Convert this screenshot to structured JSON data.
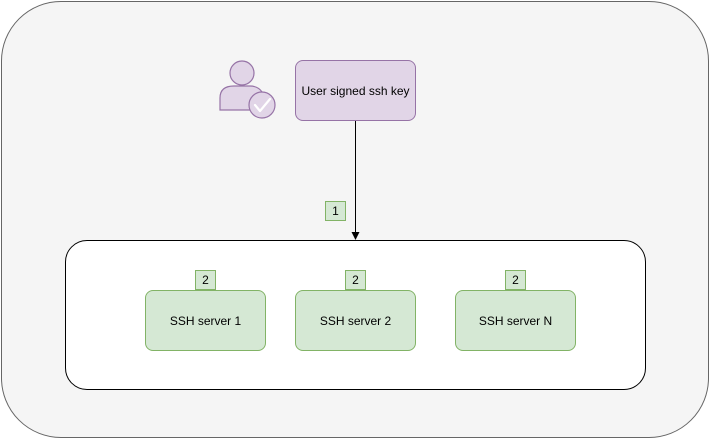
{
  "diagram": {
    "key_node": {
      "label": "User signed ssh key"
    },
    "step_badges": {
      "edge": "1",
      "server_1": "2",
      "server_2": "2",
      "server_n": "2"
    },
    "servers": [
      {
        "label": "SSH server 1"
      },
      {
        "label": "SSH server 2"
      },
      {
        "label": "SSH server N"
      }
    ],
    "icons": {
      "user": "user-verified-icon"
    },
    "colors": {
      "outer_fill": "#f5f5f5",
      "key_fill": "#e1d5e7",
      "key_stroke": "#9673a6",
      "server_fill": "#d5e8d4",
      "server_stroke": "#82b366",
      "icon_fill": "#e1d5e7",
      "icon_stroke": "#9673a6"
    }
  }
}
